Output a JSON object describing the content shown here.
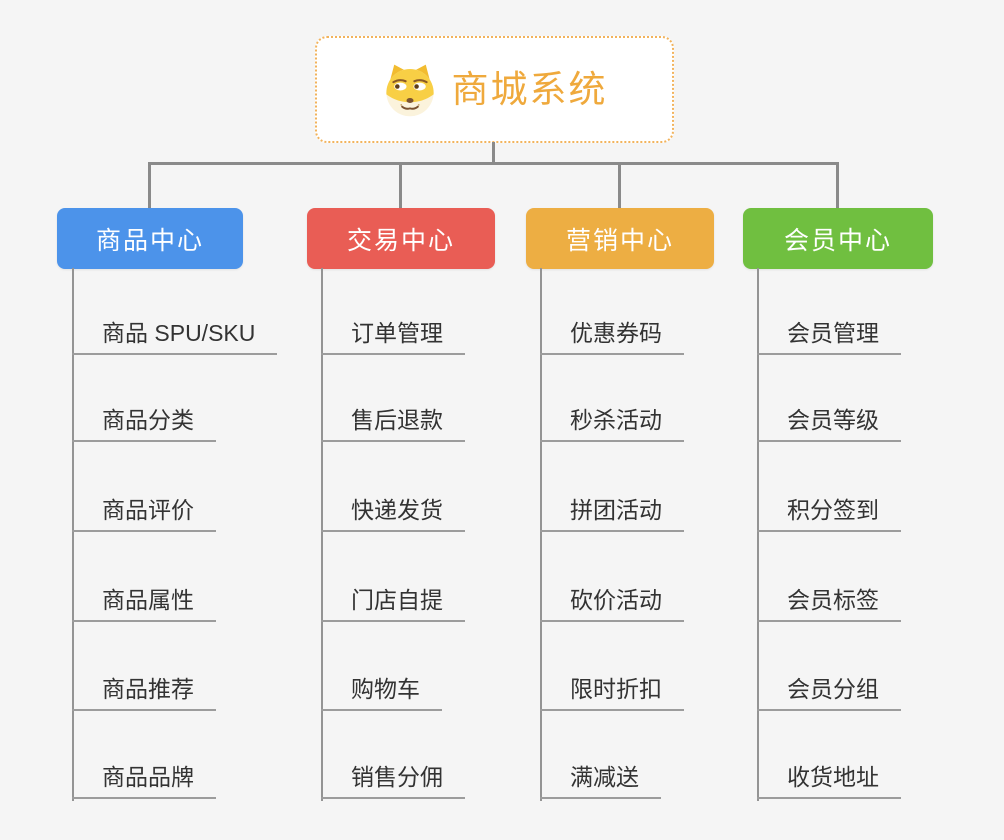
{
  "root": {
    "title": "商城系统",
    "icon": "doge-face-icon",
    "text_color": "#EFA93C",
    "border_color": "#F2B35C"
  },
  "connector_color": "#8A8A8A",
  "leaf_line_color": "#9C9C9C",
  "leaf_text_color": "#333333",
  "branches": [
    {
      "label": "商品中心",
      "color": "#4C93EA",
      "children": [
        "商品 SPU/SKU",
        "商品分类",
        "商品评价",
        "商品属性",
        "商品推荐",
        "商品品牌"
      ]
    },
    {
      "label": "交易中心",
      "color": "#E95D55",
      "children": [
        "订单管理",
        "售后退款",
        "快递发货",
        "门店自提",
        "购物车",
        "销售分佣"
      ]
    },
    {
      "label": "营销中心",
      "color": "#EDAE43",
      "children": [
        "优惠券码",
        "秒杀活动",
        "拼团活动",
        "砍价活动",
        "限时折扣",
        "满减送"
      ]
    },
    {
      "label": "会员中心",
      "color": "#70BF40",
      "children": [
        "会员管理",
        "会员等级",
        "积分签到",
        "会员标签",
        "会员分组",
        "收货地址"
      ]
    }
  ]
}
